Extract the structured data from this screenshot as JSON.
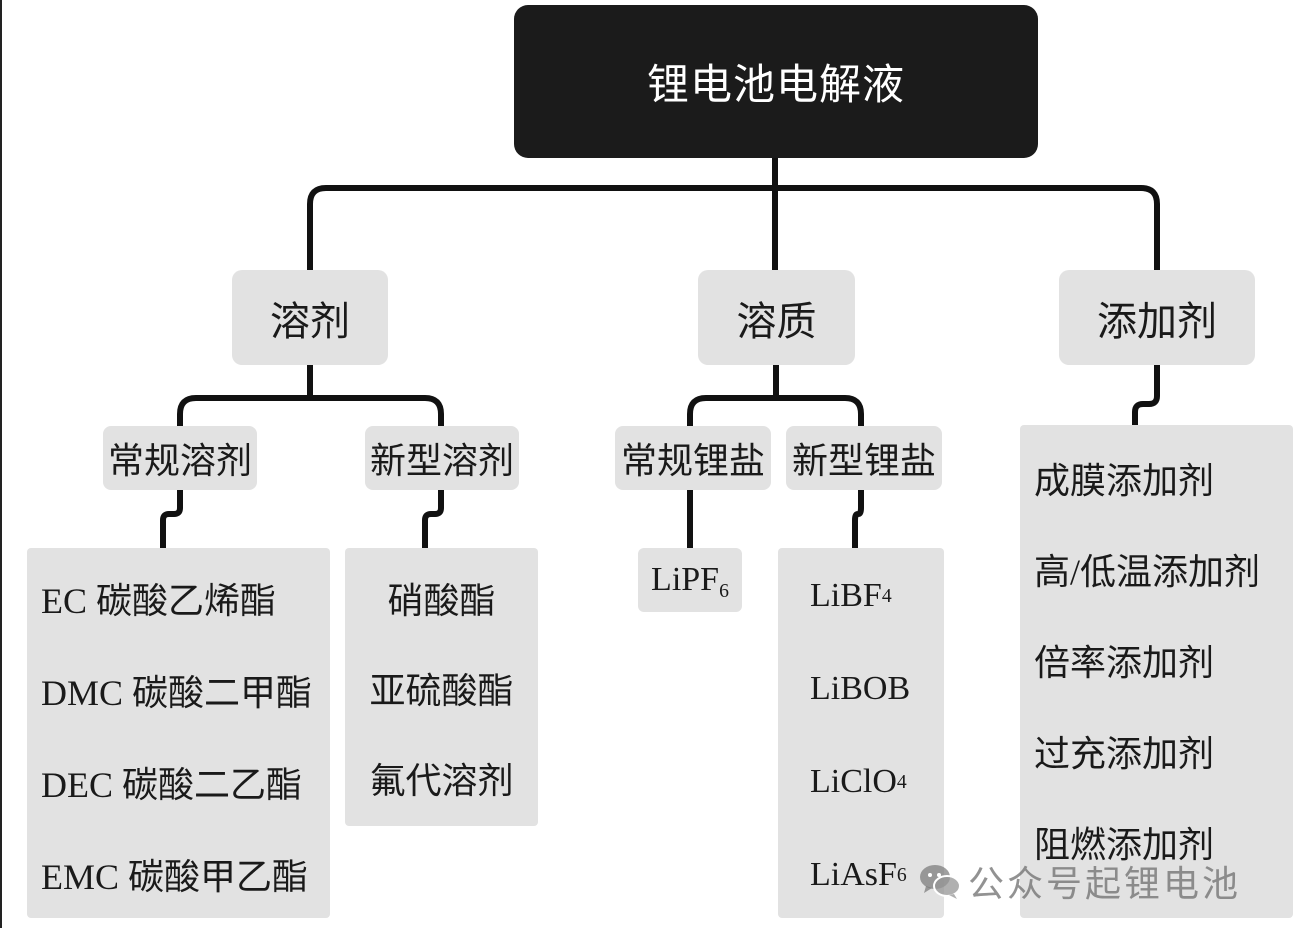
{
  "root": {
    "label": "锂电池电解液"
  },
  "branches": [
    {
      "label": "溶剂",
      "children": [
        {
          "label": "常规溶剂",
          "items": [
            "EC 碳酸乙烯酯",
            "DMC 碳酸二甲酯",
            "DEC 碳酸二乙酯",
            "EMC 碳酸甲乙酯"
          ]
        },
        {
          "label": "新型溶剂",
          "items": [
            "硝酸酯",
            "亚硫酸酯",
            "氟代溶剂"
          ]
        }
      ]
    },
    {
      "label": "溶质",
      "children": [
        {
          "label": "常规锂盐",
          "items": [
            {
              "text": "LiPF",
              "sub": "6"
            }
          ]
        },
        {
          "label": "新型锂盐",
          "items": [
            {
              "text": "LiBF",
              "sub": "4"
            },
            {
              "text": "LiBOB"
            },
            {
              "text": "LiClO",
              "sub": "4"
            },
            {
              "text": "LiAsF",
              "sub": "6"
            }
          ]
        }
      ]
    },
    {
      "label": "添加剂",
      "items": [
        "成膜添加剂",
        "高/低温添加剂",
        "倍率添加剂",
        "过充添加剂",
        "阻燃添加剂"
      ]
    }
  ],
  "watermark": {
    "icon": "wechat-icon",
    "text": "公众号起锂电池"
  },
  "colors": {
    "root_fill": "#1b1b1b",
    "node_fill": "#e2e2e2",
    "line": "#111111",
    "text": "#1a1a1a"
  }
}
